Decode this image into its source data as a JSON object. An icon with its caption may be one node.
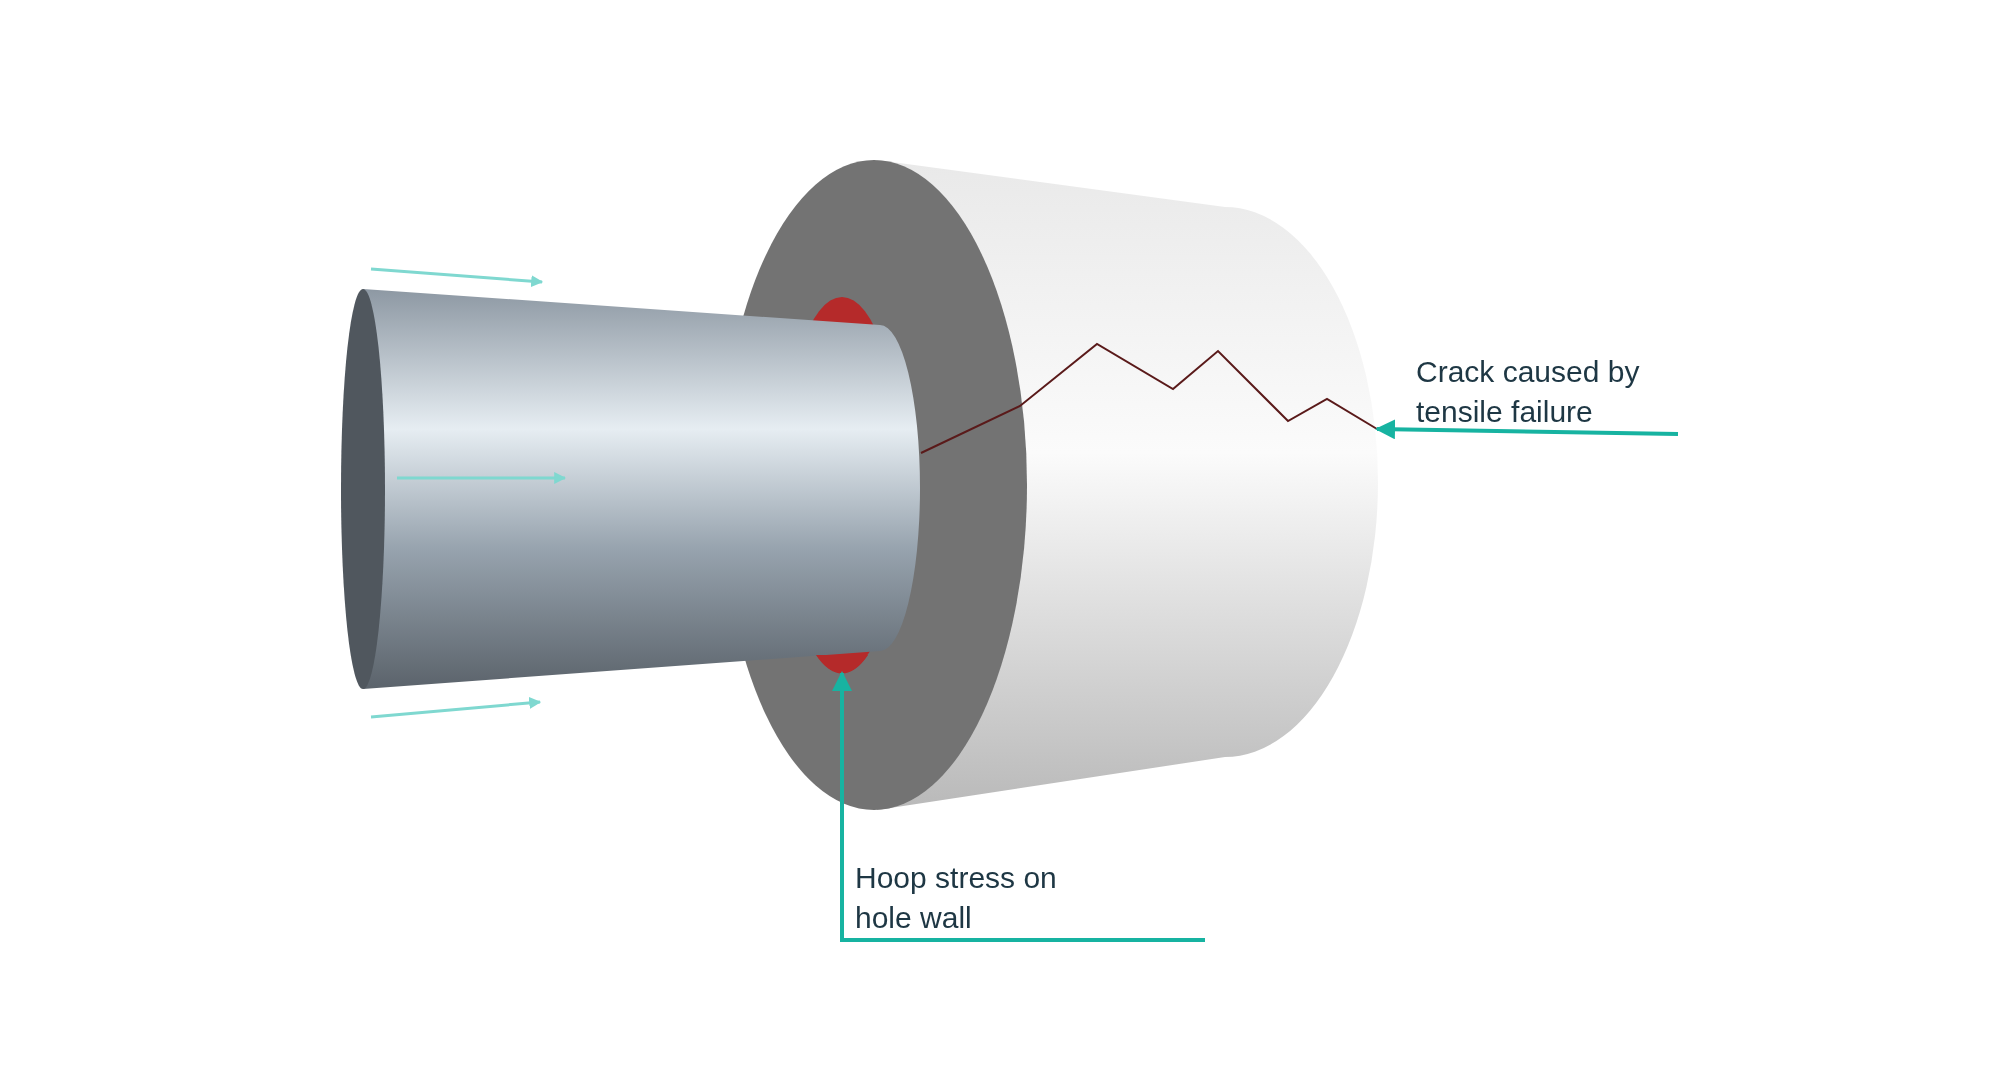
{
  "diagram": {
    "nodes": [
      {
        "text": [
          "Crack caused by tensile failure"
        ]
      },
      {
        "text": [],
        "shape": "crescent"
      },
      {
        "text": [
          "Hoop stress on hole wall"
        ]
      },
      {
        "text": [],
        "shape": "line"
      }
    ],
    "edges": [
      {
        "from": 0,
        "to": 3,
        "arrow": "to"
      },
      {
        "from": 2,
        "to": 1,
        "arrow": "to"
      }
    ]
  }
}
